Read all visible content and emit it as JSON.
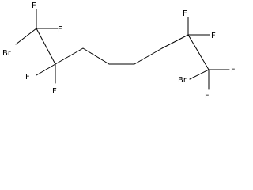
{
  "molecule": {
    "atoms": {
      "br1": "Br",
      "f1": "F",
      "f2": "F",
      "f3": "F",
      "f4": "F",
      "f5": "F",
      "f6": "F",
      "f7": "F",
      "f8": "F",
      "br2": "Br"
    }
  }
}
